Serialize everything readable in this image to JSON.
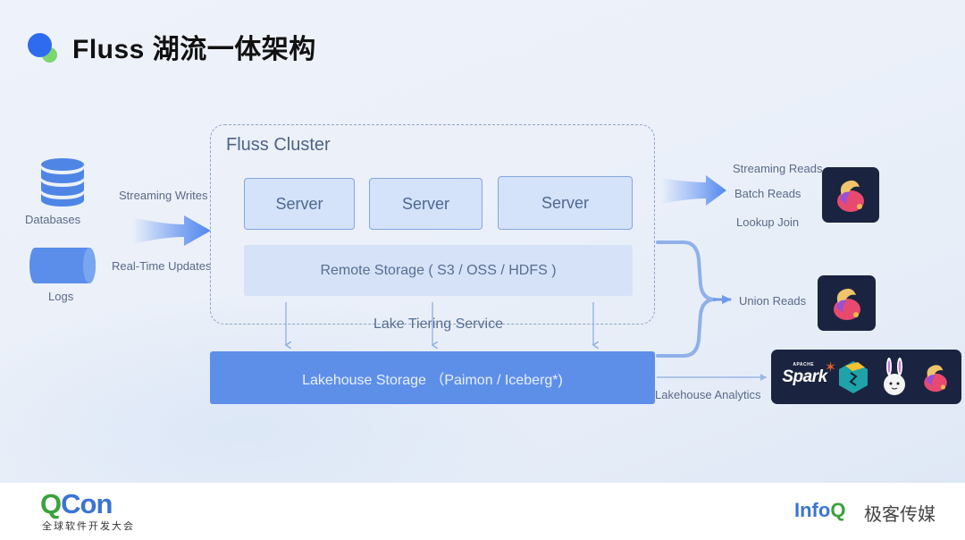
{
  "header": {
    "title": "Fluss 湖流一体架构"
  },
  "sources": {
    "databases_label": "Databases",
    "logs_label": "Logs",
    "streaming_writes_label": "Streaming Writes",
    "realtime_updates_label": "Real-Time Updates"
  },
  "cluster": {
    "title": "Fluss Cluster",
    "servers": [
      {
        "label": "Server"
      },
      {
        "label": "Server"
      },
      {
        "label": "Server"
      }
    ],
    "remote_storage_label": "Remote Storage ( S3 / OSS / HDFS )"
  },
  "tiering": {
    "label": "Lake Tiering Service"
  },
  "lakehouse": {
    "label": "Lakehouse Storage （Paimon / Iceberg*)"
  },
  "consumers": {
    "streaming_reads_label": "Streaming Reads",
    "batch_reads_label": "Batch Reads",
    "lookup_join_label": "Lookup Join",
    "union_reads_label": "Union Reads",
    "lakehouse_analytics_label": "Lakehouse Analytics",
    "engines": [
      {
        "name": "Spark",
        "icon": "spark-logo-icon",
        "apache_label": "APACHE"
      },
      {
        "name": "StarRocks",
        "icon": "starrocks-logo-icon"
      },
      {
        "name": "Trino/Bunny",
        "icon": "rabbit-logo-icon"
      },
      {
        "name": "Flink",
        "icon": "flink-squirrel-icon"
      }
    ]
  },
  "footer": {
    "qcon_q": "Q",
    "qcon_con": "Con",
    "qcon_subtitle": "全球软件开发大会",
    "infoq_info": "Info",
    "infoq_q": "Q",
    "infoq_cn": "极客传媒"
  },
  "colors": {
    "accent_blue": "#5d8fe9",
    "server_fill": "#d4e2fa",
    "dark_box": "#1a2440",
    "title_dot_blue": "#2f6bef",
    "title_dot_green": "#7ed46e"
  }
}
